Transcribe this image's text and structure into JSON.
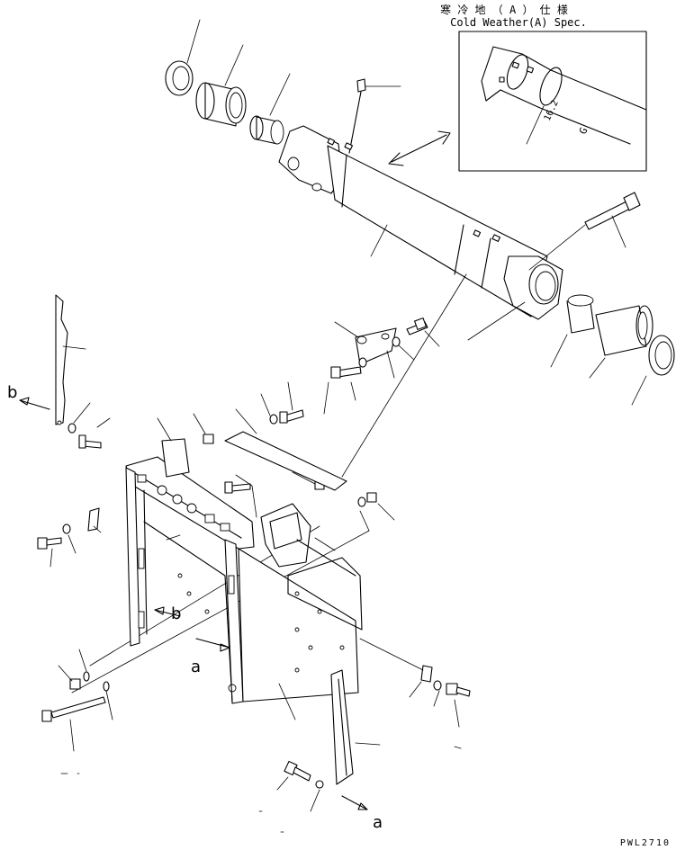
{
  "inset": {
    "title_jp": "寒 冷 地 （ A ） 仕 様",
    "title_en": "Cold Weather(A) Spec."
  },
  "view_labels": {
    "b_left": "b",
    "b_frame": "b",
    "a_frame": "a",
    "a_bottom": "a"
  },
  "drawing_number": "PWL2710"
}
